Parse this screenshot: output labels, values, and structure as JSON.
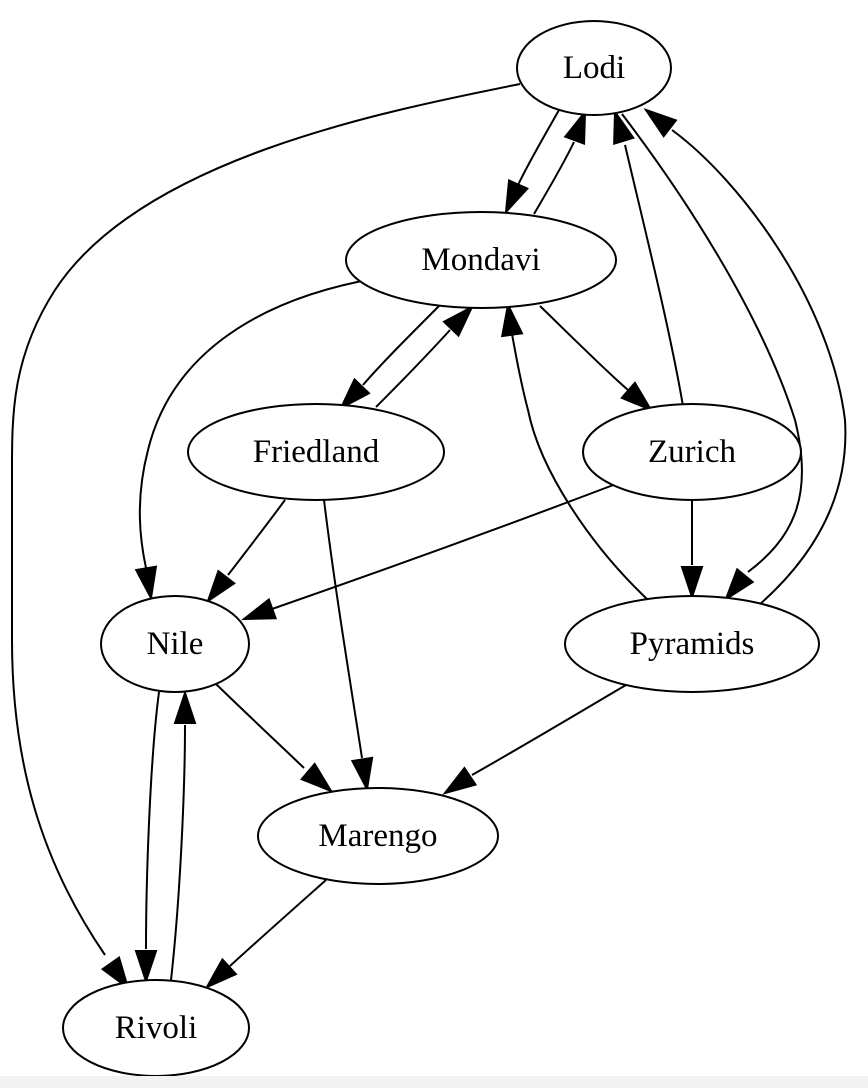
{
  "nodes": [
    {
      "id": "lodi",
      "label": "Lodi"
    },
    {
      "id": "mondavi",
      "label": "Mondavi"
    },
    {
      "id": "friedland",
      "label": "Friedland"
    },
    {
      "id": "zurich",
      "label": "Zurich"
    },
    {
      "id": "nile",
      "label": "Nile"
    },
    {
      "id": "pyramids",
      "label": "Pyramids"
    },
    {
      "id": "marengo",
      "label": "Marengo"
    },
    {
      "id": "rivoli",
      "label": "Rivoli"
    }
  ],
  "edges": [
    {
      "from": "lodi",
      "to": "rivoli"
    },
    {
      "from": "lodi",
      "to": "mondavi"
    },
    {
      "from": "mondavi",
      "to": "lodi"
    },
    {
      "from": "zurich",
      "to": "lodi"
    },
    {
      "from": "lodi",
      "to": "pyramids"
    },
    {
      "from": "pyramids",
      "to": "lodi"
    },
    {
      "from": "mondavi",
      "to": "nile"
    },
    {
      "from": "mondavi",
      "to": "friedland"
    },
    {
      "from": "friedland",
      "to": "mondavi"
    },
    {
      "from": "mondavi",
      "to": "zurich"
    },
    {
      "from": "pyramids",
      "to": "mondavi"
    },
    {
      "from": "friedland",
      "to": "nile"
    },
    {
      "from": "friedland",
      "to": "marengo"
    },
    {
      "from": "zurich",
      "to": "nile"
    },
    {
      "from": "zurich",
      "to": "pyramids"
    },
    {
      "from": "nile",
      "to": "marengo"
    },
    {
      "from": "nile",
      "to": "rivoli"
    },
    {
      "from": "rivoli",
      "to": "nile"
    },
    {
      "from": "pyramids",
      "to": "marengo"
    },
    {
      "from": "marengo",
      "to": "rivoli"
    }
  ]
}
